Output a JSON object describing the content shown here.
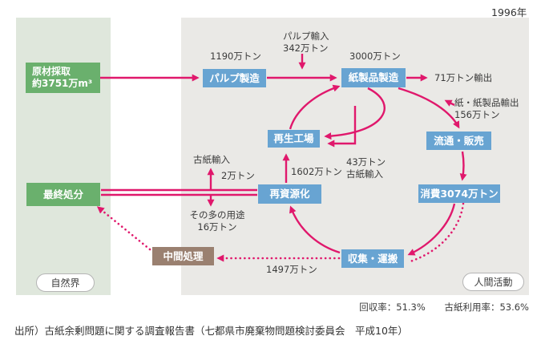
{
  "year": "1996年",
  "panels": {
    "natural": "自然界",
    "human": "人間活動"
  },
  "nodes": {
    "raw_material_line1": "原材採取",
    "raw_material_line2": "約3751万m³",
    "pulp_mfg": "パルプ製造",
    "paper_mfg": "紙製品製造",
    "recycle_plant": "再生工場",
    "re_resource": "再資源化",
    "distribution": "流通・販売",
    "consumption": "消費3074万トン",
    "collection": "収集・運搬",
    "intermediate": "中間処理",
    "final_disposal": "最終処分"
  },
  "labels": {
    "pulp_amount": "1190万トン",
    "pulp_import_line1": "パルプ輸入",
    "pulp_import_line2": "342万トン",
    "paper_amount": "3000万トン",
    "paper_export": "71万トン輸出",
    "product_export_line1": "紙・紙製品輸出",
    "product_export_line2": "156万トン",
    "waste_import_right_line1": "43万トン",
    "waste_import_right_line2": "古紙輸入",
    "to_recycle_plant": "1602万トン",
    "waste_import_left": "古紙輸入",
    "waste_import_left_amount": "2万トン",
    "other_use_line1": "その多の用途",
    "other_use_line2": "16万トン",
    "to_intermediate": "1497万トン"
  },
  "stats": {
    "recovery_rate": "回収率：51.3%",
    "utilization_rate": "古紙利用率：53.6%"
  },
  "source": "出所）古紙余剰問題に関する調査報告書（七都県市廃棄物問題検討委員会　平成10年）",
  "colors": {
    "flow_pink": "#e0186c",
    "node_blue": "#68a4d2",
    "node_green": "#6ab06d",
    "node_brown": "#9a8070",
    "panel_natural": "#dfe7dc",
    "panel_human": "#eae9e6"
  }
}
